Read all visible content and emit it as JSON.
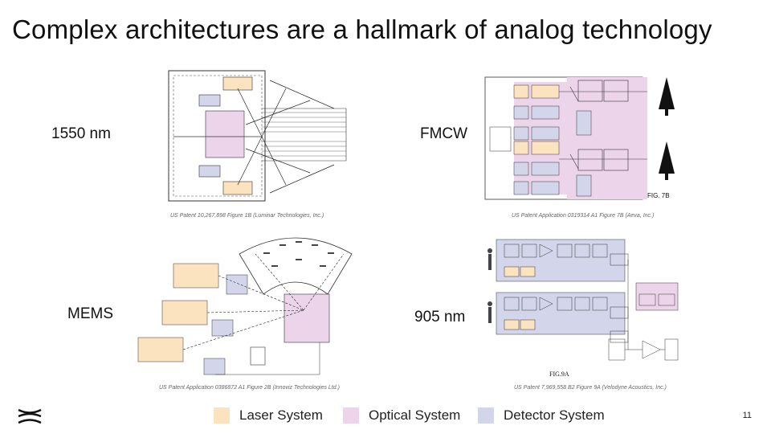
{
  "slide": {
    "title": "Complex architectures are a hallmark of analog technology",
    "page_number": "11"
  },
  "panels": {
    "top_left": {
      "label": "1550 nm",
      "caption": "US Patent 10,267,898 Figure 1B (Luminar Technologies, Inc.)"
    },
    "top_right": {
      "label": "FMCW",
      "caption": "US Patent Application 0319314 A1 Figure 7B (Aeva, Inc.)",
      "fig_label": "FIG. 7B"
    },
    "bottom_left": {
      "label": "MEMS",
      "caption": "US Patent Application  0386872 A1 Figure 2B (Innoviz Technologies Ltd.)"
    },
    "bottom_right": {
      "label": "905 nm",
      "caption": "US Patent 7,969,558 B2 Figure 9A (Velodyne Acoustics, Inc.)",
      "fig_label": "FIG.9A"
    }
  },
  "legend": [
    {
      "label": "Laser System",
      "color": "#fce3bf"
    },
    {
      "label": "Optical System",
      "color": "#ecd5ea"
    },
    {
      "label": "Detector System",
      "color": "#d3d6ea"
    }
  ],
  "colors": {
    "laser": "#fce3bf",
    "optical": "#ecd5ea",
    "detector": "#d3d6ea",
    "line": "#333333"
  },
  "icons": {
    "logo": "stacked-chevrons-logo"
  }
}
